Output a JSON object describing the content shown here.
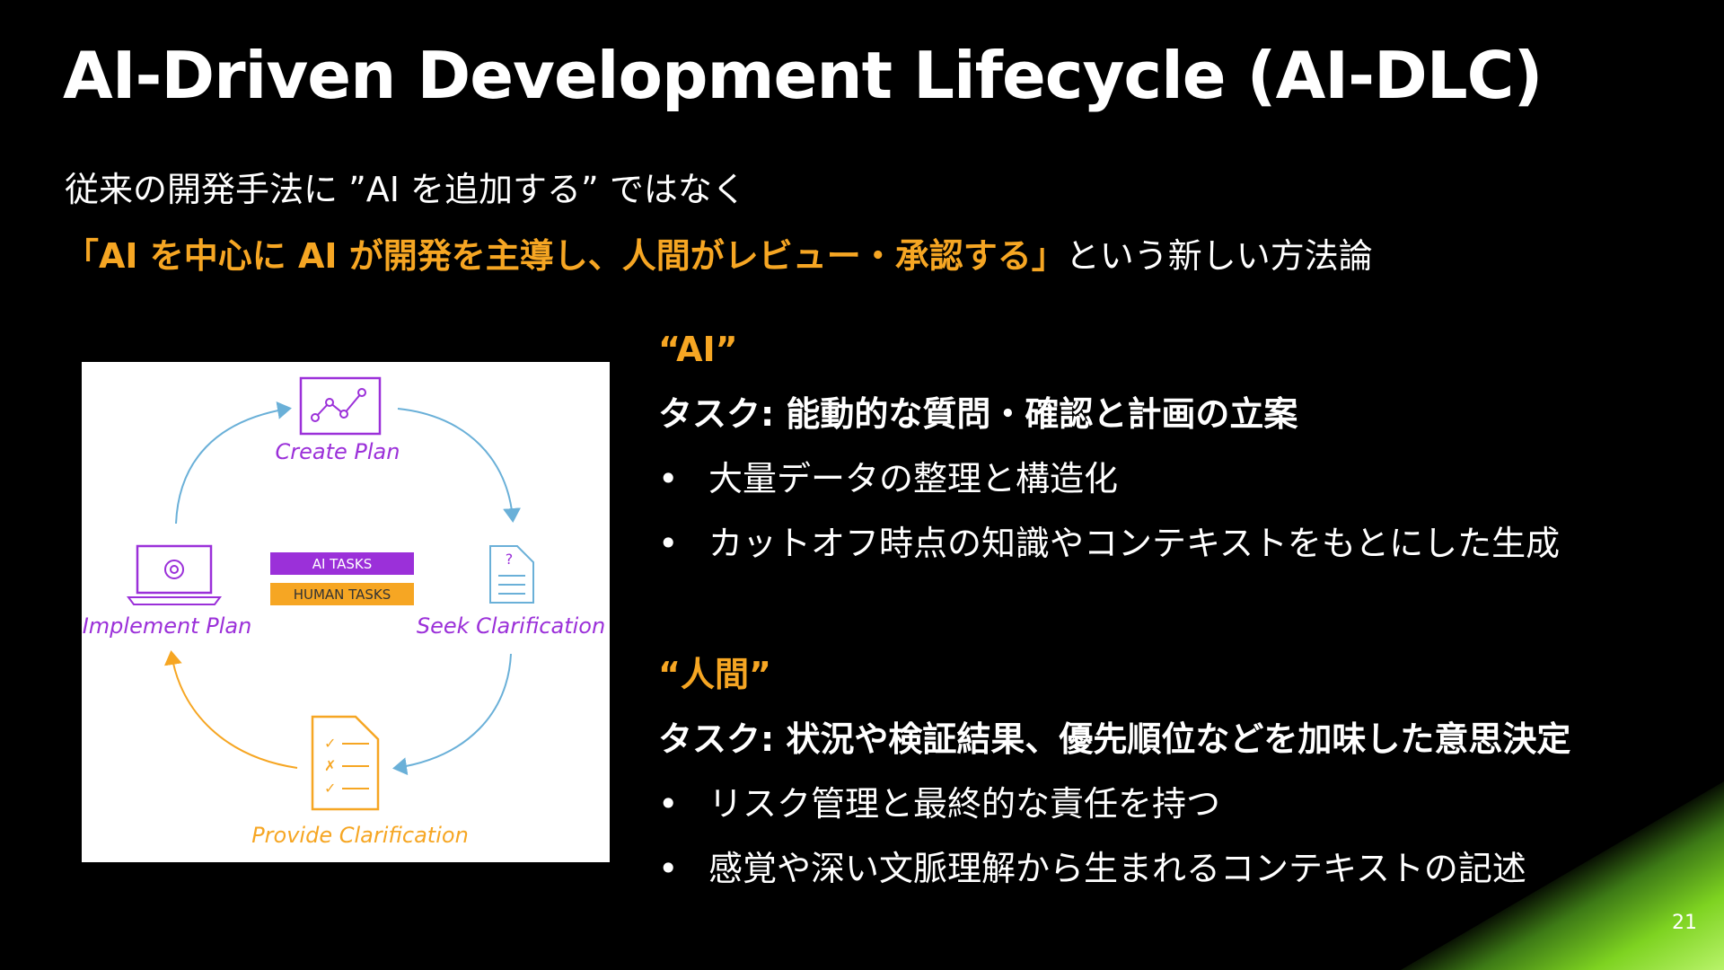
{
  "slide": {
    "title": "AI-Driven Development Lifecycle (AI-DLC)",
    "subtitle": "従来の開発手法に ”AI を追加する” ではなく",
    "lead_highlight": "「AI を中心に AI が開発を主導し、人間がレビュー・承認する」",
    "lead_rest": "という新しい方法論",
    "page_number": "21",
    "accent_color": "#f6a623",
    "corner_color": "#7ed321"
  },
  "diagram": {
    "labels": {
      "create_plan": "Create Plan",
      "seek_clarification": "Seek Clarification",
      "provide_clarification": "Provide Clarification",
      "implement_plan": "Implement Plan"
    },
    "legend": {
      "ai_tasks": "AI TASKS",
      "human_tasks": "HUMAN TASKS"
    },
    "colors": {
      "ai": "#9b30d9",
      "human": "#f6a623",
      "arrow_ai": "#6ab0d8"
    },
    "icons": [
      "plan-chart-icon",
      "document-question-icon",
      "checklist-document-icon",
      "laptop-gear-icon"
    ]
  },
  "sections": [
    {
      "title": "“AI”",
      "task": "タスク: 能動的な質問・確認と計画の立案",
      "bullets": [
        "大量データの整理と構造化",
        "カットオフ時点の知識やコンテキストをもとにした生成"
      ]
    },
    {
      "title": "“人間”",
      "task": "タスク: 状況や検証結果、優先順位などを加味した意思決定",
      "bullets": [
        "リスク管理と最終的な責任を持つ",
        "感覚や深い文脈理解から生まれるコンテキストの記述"
      ]
    }
  ],
  "bullet_glyph": "•"
}
